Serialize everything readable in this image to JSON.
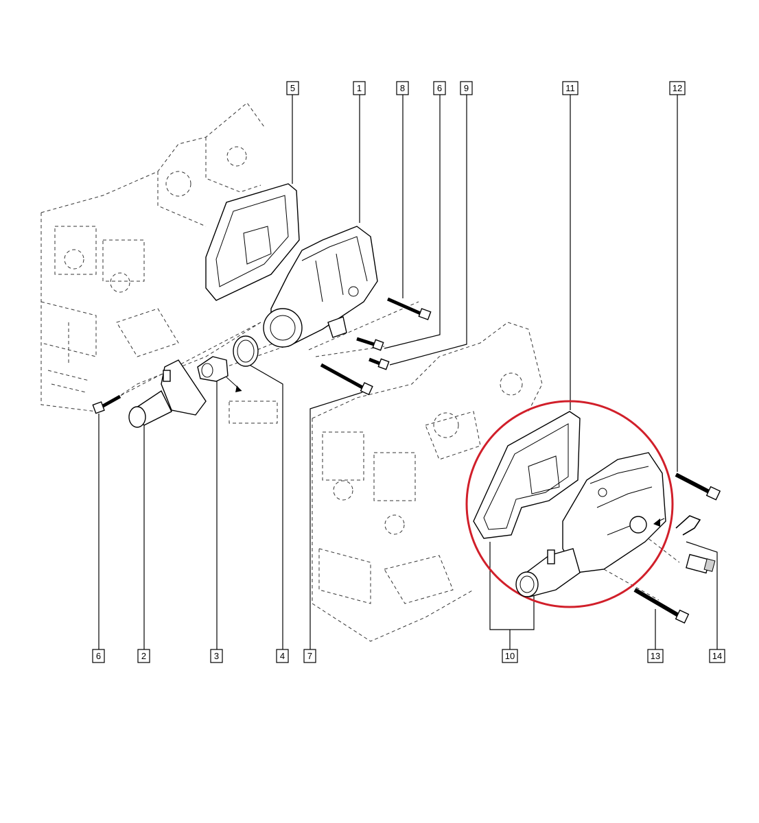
{
  "diagram": {
    "callouts_top": [
      "5",
      "1",
      "8",
      "6",
      "9",
      "11",
      "12"
    ],
    "callouts_bottom": [
      "6",
      "2",
      "3",
      "4",
      "7",
      "10",
      "13",
      "14"
    ],
    "highlight_color": "#d11f2a"
  }
}
